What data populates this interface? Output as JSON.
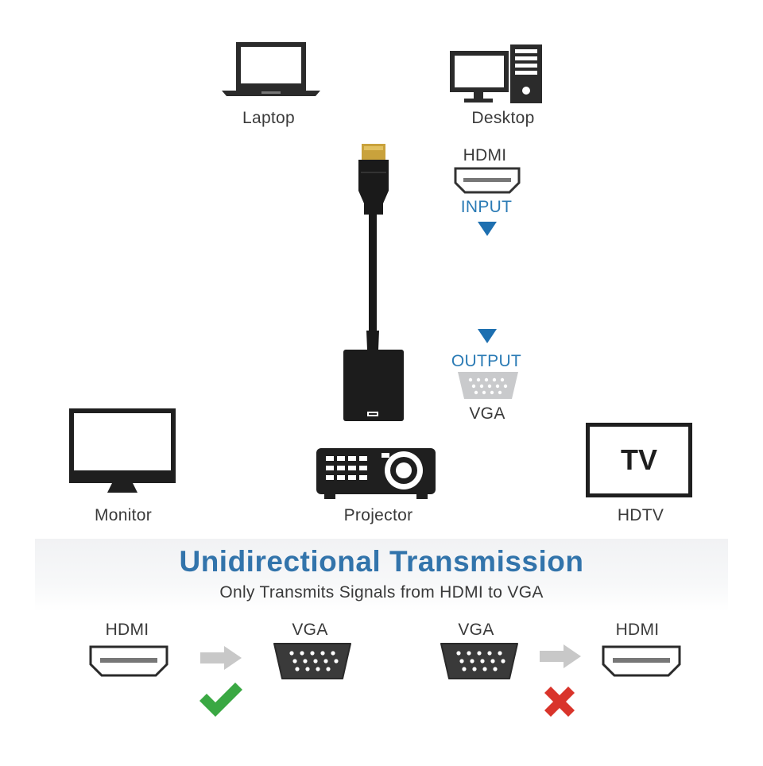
{
  "devices": {
    "laptop": "Laptop",
    "desktop": "Desktop",
    "monitor": "Monitor",
    "projector": "Projector",
    "hdtv": "HDTV",
    "tv_screen_text": "TV"
  },
  "adapter": {
    "input_connector": "HDMI",
    "input_label": "INPUT",
    "output_label": "OUTPUT",
    "output_connector": "VGA"
  },
  "banner": {
    "title": "Unidirectional Transmission",
    "subtitle": "Only Transmits Signals from HDMI to VGA"
  },
  "directions": [
    {
      "from": "HDMI",
      "to": "VGA",
      "status": "check-icon"
    },
    {
      "from": "VGA",
      "to": "HDMI",
      "status": "cross-icon"
    }
  ],
  "colors": {
    "accent_blue": "#2b7bb5",
    "title_blue": "#3274ab",
    "check_green": "#3aa843",
    "cross_red": "#d9342b"
  }
}
